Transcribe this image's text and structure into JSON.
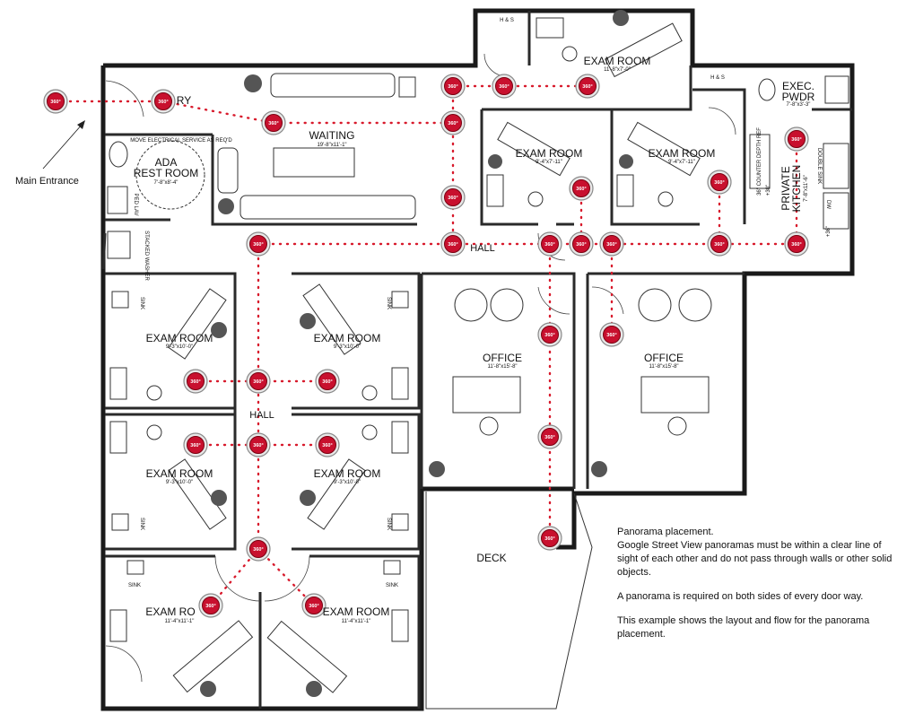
{
  "labels": {
    "main_entrance": "Main Entrance",
    "reception": "RY",
    "waiting": "WAITING",
    "waiting_dim": "19'-8\"x11'-1\"",
    "ada_rest_room_1": "ADA",
    "ada_rest_room_2": "REST ROOM",
    "ada_dim": "7'-8\"x8'-4\"",
    "move_electrical": "MOVE ELECTRICAL SERVICE AS REQ'D",
    "ped_lav": "PED LAV",
    "stacked_washer": "STACKED WASHER",
    "hall_top": "HALL",
    "hall_left": "HALL",
    "exec_pwdr_1": "EXEC.",
    "exec_pwdr_2": "PWDR",
    "exec_pwdr_dim": "7'-8\"x3'-3\"",
    "private_kitchen_1": "PRIVATE",
    "private_kitchen_2": "KITCHEN",
    "private_kitchen_dim": "7'-8\"x11'-6\"",
    "double_sink": "DOUBLE SINK",
    "dw": "DW",
    "counter": "36\" COUNTER DEPTH REF",
    "dim_30": "+30\"",
    "dim_36": "+36\"",
    "hs": "H & S",
    "deck": "DECK",
    "sink": "SINK",
    "pano_badge": "360°"
  },
  "rooms": {
    "exam_top": {
      "name": "EXAM ROOM",
      "dim": "11'-8\"x7'-0\""
    },
    "exam_mid_left": {
      "name": "EXAM ROOM",
      "dim": "9'-4\"x7'-11\""
    },
    "exam_mid_right": {
      "name": "EXAM ROOM",
      "dim": "9'-4\"x7'-11\""
    },
    "exam_l1": {
      "name": "EXAM ROOM",
      "dim": "9'-3\"x10'-0\""
    },
    "exam_r1": {
      "name": "EXAM ROOM",
      "dim": "9'-3\"x10'-0\""
    },
    "exam_l2": {
      "name": "EXAM ROOM",
      "dim": "9'-3\"x10'-0\""
    },
    "exam_r2": {
      "name": "EXAM ROOM",
      "dim": "9'-3\"x10'-0\""
    },
    "exam_l3": {
      "name": "EXAM RO",
      "dim": "11'-4\"x11'-1\""
    },
    "exam_r3": {
      "name": "EXAM ROOM",
      "dim": "11'-4\"x11'-1\""
    },
    "office_left": {
      "name": "OFFICE",
      "dim": "11'-8\"x15'-8\""
    },
    "office_right": {
      "name": "OFFICE",
      "dim": "11'-8\"x15'-8\""
    }
  },
  "note": {
    "title": "Panorama placement.",
    "p1": "Google Street View panoramas must be within a clear line of sight of each other and do not pass through walls or other solid objects.",
    "p2": "A panorama is required on both sides of every door way.",
    "p3": "This example shows the layout and flow for the panorama placement."
  }
}
